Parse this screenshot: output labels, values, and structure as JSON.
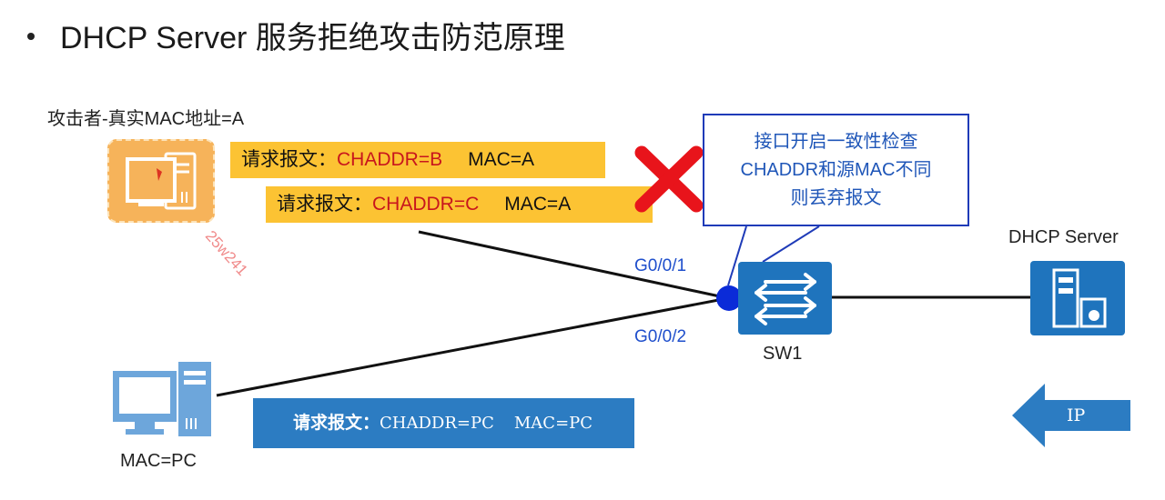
{
  "title": "DHCP Server 服务拒绝攻击防范原理",
  "attacker": {
    "label": "攻击者-真实MAC地址=A"
  },
  "requests": {
    "attack_b": {
      "prefix": "请求报文：",
      "chaddr": "CHADDR=B",
      "mac": "MAC=A"
    },
    "attack_c": {
      "prefix": "请求报文：",
      "chaddr": "CHADDR=C",
      "mac": "MAC=A"
    },
    "pc": {
      "prefix": "请求报文：",
      "chaddr": "CHADDR=PC",
      "mac": "MAC=PC"
    }
  },
  "callout": {
    "lines": [
      "接口开启一致性检查",
      "CHADDR和源MAC不同",
      "则丢弃报文"
    ]
  },
  "watermark": "25w241",
  "ports": {
    "g1": "G0/0/1",
    "g2": "G0/0/2"
  },
  "switch": {
    "label": "SW1"
  },
  "server": {
    "label": "DHCP Server"
  },
  "pc": {
    "label": "MAC=PC"
  },
  "ip_arrow": {
    "label": "IP"
  },
  "colors": {
    "accent_blue": "#1f74bd",
    "request_yellow": "#fcc333",
    "highlight_red": "#c8161d",
    "reject_red": "#e8141b",
    "port_blue": "#1f4fcc"
  }
}
